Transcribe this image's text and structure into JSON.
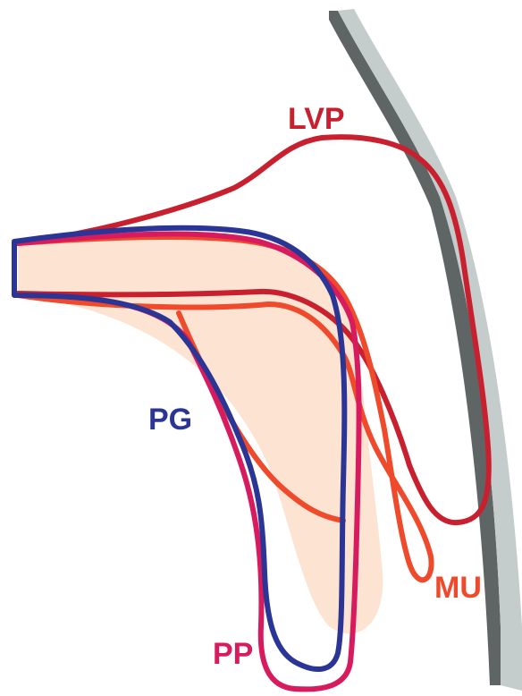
{
  "colors": {
    "lvp": "#c8202e",
    "mu": "#f04a2c",
    "pg": "#2b3595",
    "pp": "#d81b5e",
    "fill": "#fde3d2",
    "wall_face": "#c5cccc",
    "wall_side": "#5f6565"
  },
  "labels": {
    "lvp": "LVP",
    "mu": "MU",
    "pg": "PG",
    "pp": "PP"
  }
}
